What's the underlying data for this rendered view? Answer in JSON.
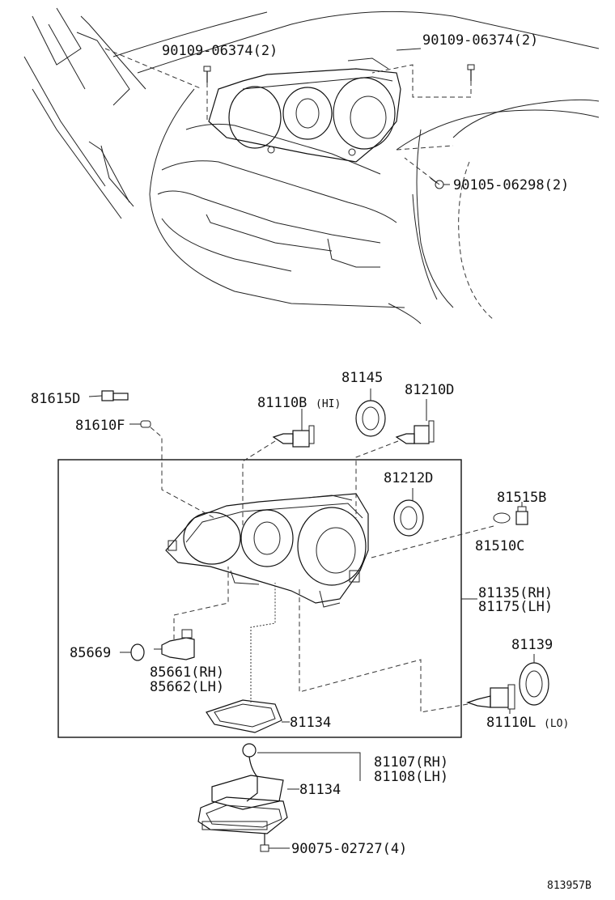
{
  "labels": {
    "bolt_a": "90109-06374(2)",
    "bolt_b": "90109-06374(2)",
    "screw_a": "90105-06298(2)",
    "p81615d": "81615D",
    "p81610f": "81610F",
    "p81110b": "81110B",
    "p81110b_sfx": "(HI)",
    "p81145": "81145",
    "p81210d": "81210D",
    "p81212d": "81212D",
    "p81515b": "81515B",
    "p81510c": "81510C",
    "p81135": "81135(RH)",
    "p81175": "81175(LH)",
    "p85669": "85669",
    "p85661": "85661(RH)",
    "p85662": "85662(LH)",
    "p81139": "81139",
    "p81110l": "81110L",
    "p81110l_sfx": "(LO)",
    "p81134_a": "81134",
    "p81107": "81107(RH)",
    "p81108": "81108(LH)",
    "p81134_b": "81134",
    "p90075": "90075-02727(4)",
    "ref_code": "813957B"
  }
}
